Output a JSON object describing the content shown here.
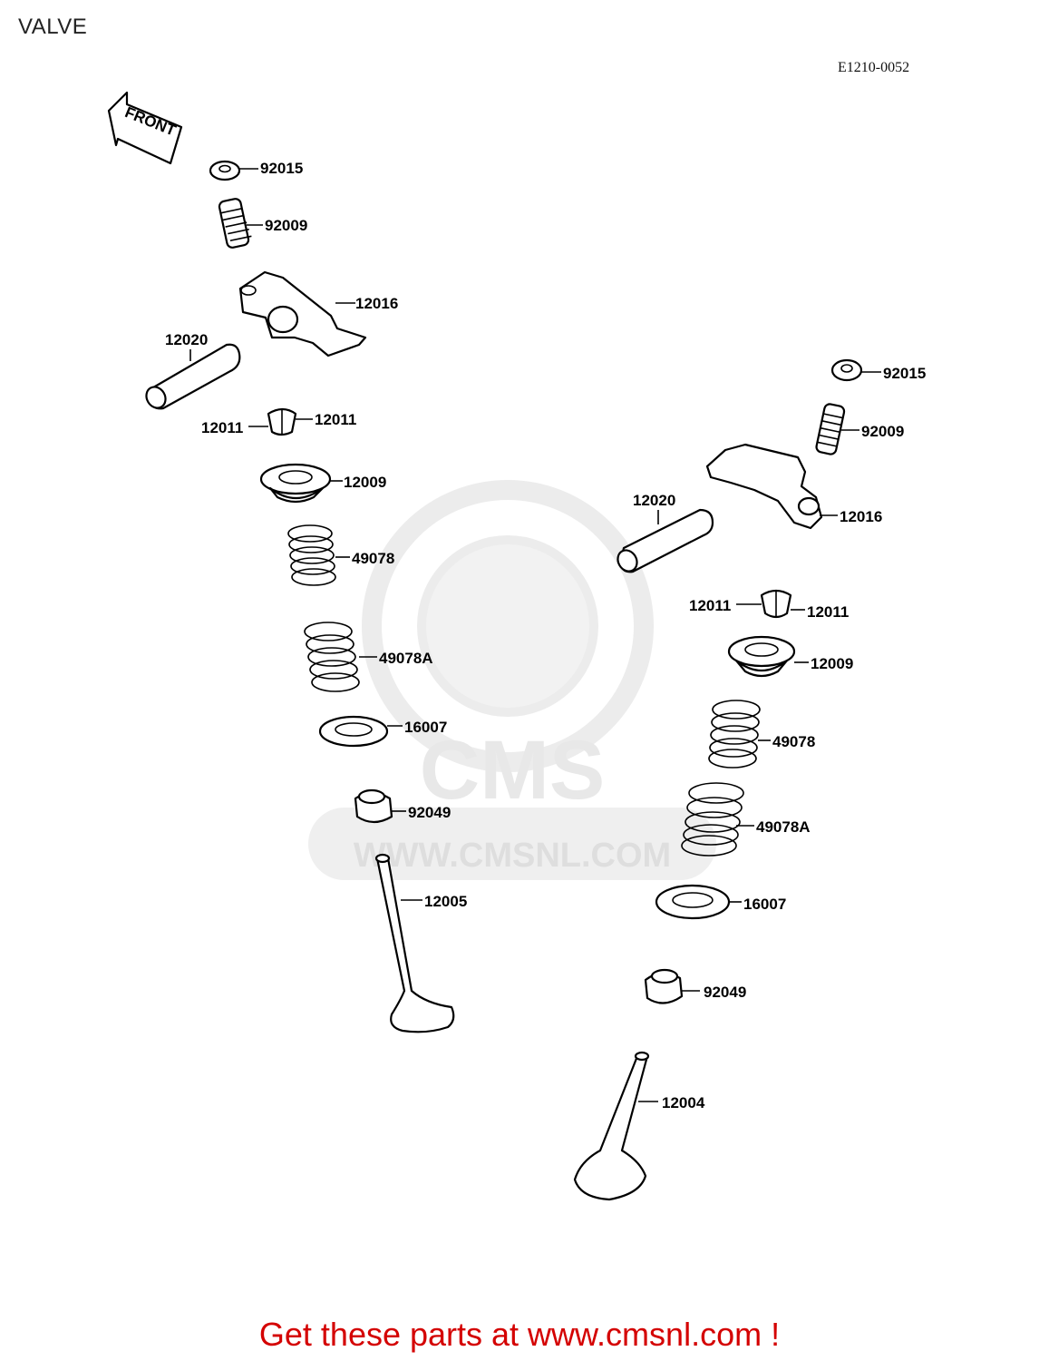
{
  "title": "VALVE",
  "diagram_code": "E1210-0052",
  "front_label": "FRONT",
  "watermark": {
    "brand": "CMS",
    "url": "WWW.CMSNL.COM"
  },
  "footer": "Get these parts at www.cmsnl.com !",
  "callouts": {
    "left": {
      "nut": "92015",
      "adjuster": "92009",
      "rocker_arm": "12016",
      "shaft": "12020",
      "cotter_a": "12011",
      "cotter_b": "12011",
      "retainer": "12009",
      "spring_outer": "49078",
      "spring_inner": "49078A",
      "seat": "16007",
      "seal": "92049",
      "valve": "12005"
    },
    "right": {
      "nut": "92015",
      "adjuster": "92009",
      "rocker_arm": "12016",
      "shaft": "12020",
      "cotter_a": "12011",
      "cotter_b": "12011",
      "retainer": "12009",
      "spring_outer": "49078",
      "spring_inner": "49078A",
      "seat": "16007",
      "seal": "92049",
      "valve": "12004"
    }
  }
}
